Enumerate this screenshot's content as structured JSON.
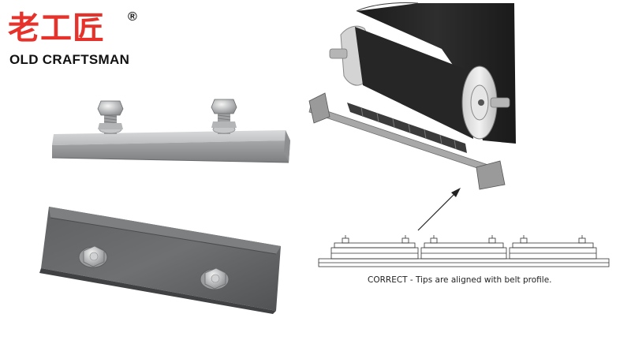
{
  "brand": {
    "name_cn": "老工匠",
    "registered_mark": "®",
    "name_en": "OLD CRAFTSMAN",
    "red": "#e6322a",
    "black": "#111111"
  },
  "diagram": {
    "caption": "CORRECT - Tips are aligned with belt profile."
  },
  "icons": [
    "bolt-icon",
    "arrow-icon"
  ]
}
